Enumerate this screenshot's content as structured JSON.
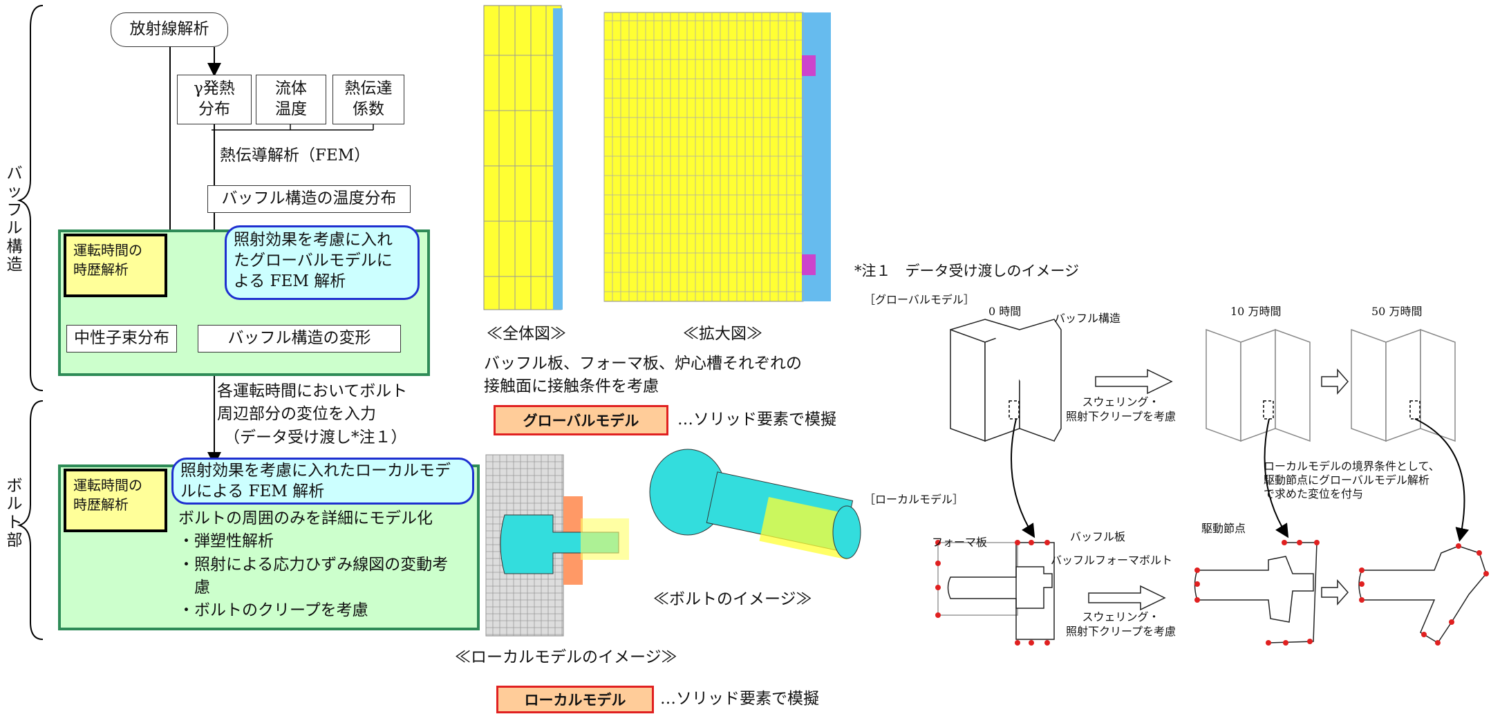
{
  "side_labels": {
    "baffle": "バッフル構造",
    "bolt": "ボルト部"
  },
  "flow": {
    "radiation": "放射線解析",
    "gamma_heat": [
      "γ発熱",
      "分布"
    ],
    "fluid_temp": [
      "流体",
      "温度"
    ],
    "heat_coef": [
      "熱伝達",
      "係数"
    ],
    "heat_conduction": "熱伝導解析（FEM）",
    "temp_distribution": "バッフル構造の温度分布",
    "op_history_1": [
      "運転時間の",
      "時歴解析"
    ],
    "global_fem": [
      "照射効果を考慮に入れ",
      "たグローバルモデルに",
      "よる FEM 解析"
    ],
    "neutron": "中性子束分布",
    "deformation": "バッフル構造の変形",
    "transfer": [
      "各運転時間においてボルト",
      "周辺部分の変位を入力",
      "（データ受け渡し*注１）"
    ],
    "op_history_2": [
      "運転時間の",
      "時歴解析"
    ],
    "local_fem": [
      "照射効果を考慮に入れたローカルモデ",
      "ルによる FEM 解析"
    ],
    "bolt_detail": "ボルトの周囲のみを詳細にモデル化",
    "bullets": [
      "・弾塑性解析",
      "・照射による応力ひずみ線図の変動考",
      "　慮",
      "・ボルトのクリープを考慮"
    ]
  },
  "middle": {
    "whole_caption": "≪全体図≫",
    "zoom_caption": "≪拡大図≫",
    "contact_note": [
      "バッフル板、フォーマ板、炉心槽それぞれの",
      "接触面に接触条件を考慮"
    ],
    "global_tag": "グローバルモデル",
    "global_tag_note": "…ソリッド要素で模擬",
    "bolt_caption": "≪ボルトのイメージ≫",
    "local_caption": "≪ローカルモデルのイメージ≫",
    "local_tag": "ローカルモデル",
    "local_tag_note": "…ソリッド要素で模擬"
  },
  "right": {
    "note_title": "*注１　データ受け渡しのイメージ",
    "global_label": "［グローバルモデル］",
    "t0": "0 時間",
    "baffle_structure": "バッフル構造",
    "t100k": "10 万時間",
    "t500k": "50 万時間",
    "swelling_1": [
      "スウェリング・",
      "照射下クリープを考慮"
    ],
    "boundary_note": [
      "ローカルモデルの境界条件として、",
      "駆動節点にグローバルモデル解析",
      "で求めた変位を付与"
    ],
    "local_label": "［ローカルモデル］",
    "former_plate": "フォーマ板",
    "baffle_plate": "バッフル板",
    "baffle_bolt": "バッフルフォーマボルト",
    "drive_node": "駆動節点",
    "swelling_2": [
      "スウェリング・",
      "照射下クリープを考慮"
    ]
  },
  "colors": {
    "green_fill": "#ccffcc",
    "green_border": "#2e8b57",
    "yellow": "#ffff99",
    "blue_fill": "#ccffff",
    "blue_border": "#1e2fd0",
    "tag_fill": "#ffcc99",
    "tag_border": "#e02020",
    "mesh_yellow": "#ffff33",
    "mesh_cyan": "#33dddd"
  }
}
